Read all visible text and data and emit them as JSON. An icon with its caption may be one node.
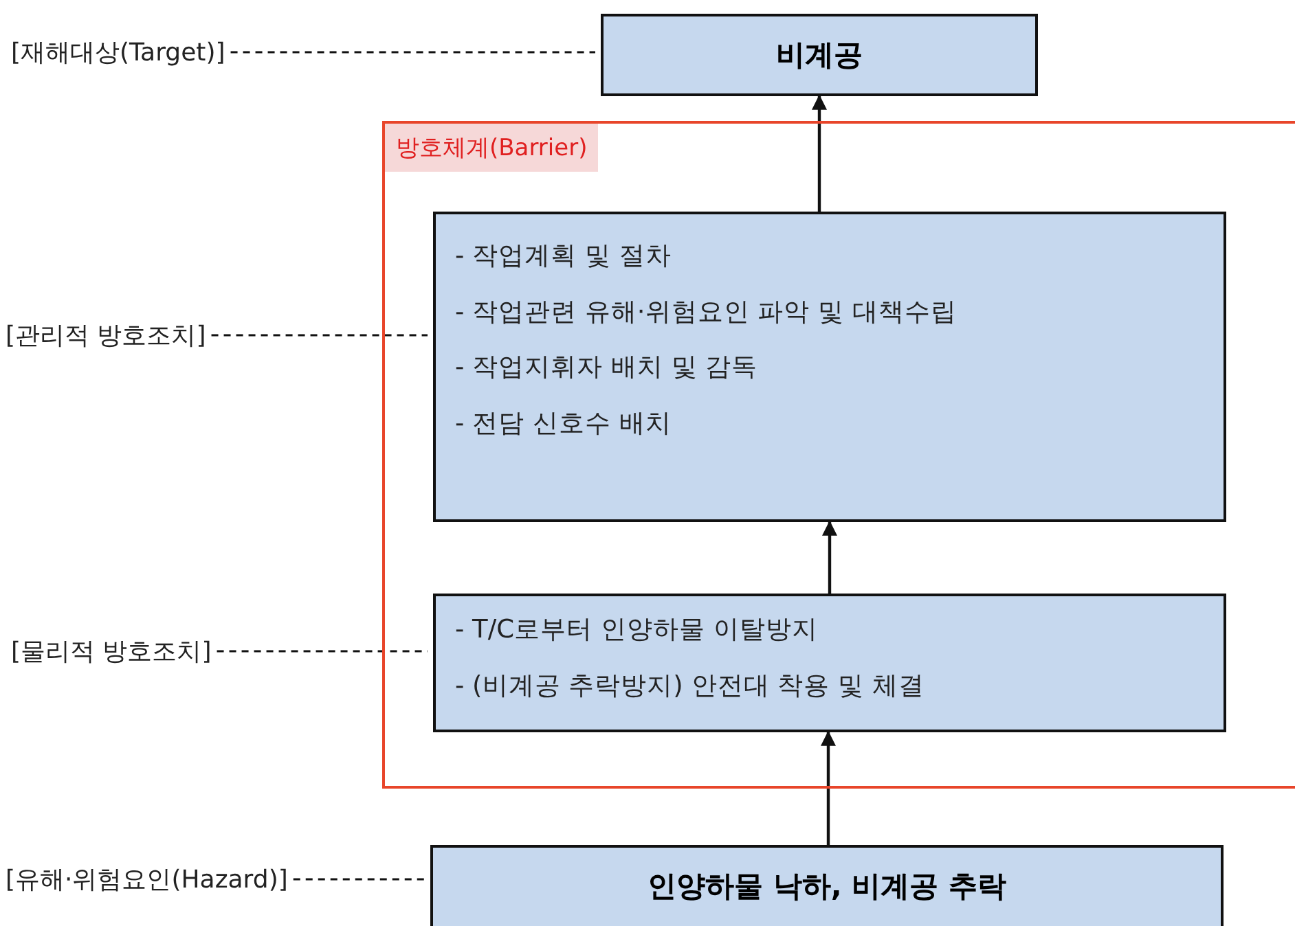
{
  "diagram": {
    "nodes": [
      {
        "text": [
          "[재해대상(Target)]"
        ]
      },
      {
        "text": [
          "비계공"
        ]
      },
      {
        "text": [
          "방호체계(Barrier)"
        ]
      },
      {
        "text": [
          "[관리적 방호조치]"
        ]
      },
      {
        "text": [
          "-  작업계획 및 절차",
          "-  작업관련 유해·위험요인 파악 및 대책수립",
          "-  작업지휘자 배치 및 감독",
          "-  전담 신호수 배치"
        ],
        "in": 2
      },
      {
        "text": [
          "[물리적 방호조치]"
        ]
      },
      {
        "text": [
          "-  T/C로부터 인양하물 이탈방지",
          "-  (비계공 추락방지) 안전대 착용 및 체결"
        ],
        "in": 2
      },
      {
        "text": [
          "[유해·위험요인(Hazard)]"
        ]
      },
      {
        "text": [
          "인양하물 낙하, 비계공 추락"
        ]
      }
    ],
    "edges": [
      {
        "from": 0,
        "to": 1,
        "arrow": "none",
        "style": "dashed"
      },
      {
        "from": 3,
        "to": 4,
        "arrow": "none",
        "style": "dashed"
      },
      {
        "from": 5,
        "to": 6,
        "arrow": "none",
        "style": "dashed"
      },
      {
        "from": 7,
        "to": 8,
        "arrow": "none",
        "style": "dashed"
      },
      {
        "from": 8,
        "to": 6,
        "arrow": "to"
      },
      {
        "from": 6,
        "to": 4,
        "arrow": "to"
      },
      {
        "from": 4,
        "to": 1,
        "arrow": "to"
      }
    ]
  }
}
